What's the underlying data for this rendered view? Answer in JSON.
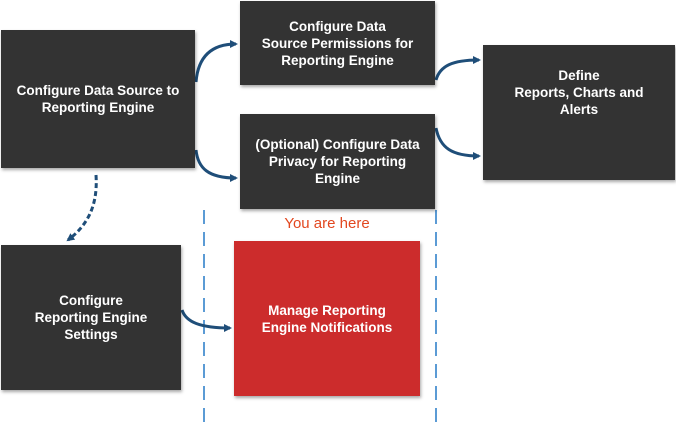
{
  "nodes": {
    "source": "Configure Data Source to\nReporting Engine",
    "permissions": "Configure Data\nSource Permissions for\nReporting Engine",
    "privacy": "(Optional) Configure Data\nPrivacy for Reporting\nEngine",
    "define": "Define\nReports, Charts and\nAlerts",
    "settings": "Configure\nReporting Engine\nSettings",
    "notifications": "Manage Reporting\nEngine Notifications"
  },
  "indicator": {
    "label": "You are here"
  },
  "colors": {
    "box": "#333333",
    "current": "#cc2c2c",
    "arrow": "#1f4e79",
    "dashed": "#5b9bd5",
    "here_text": "#e2471f"
  }
}
